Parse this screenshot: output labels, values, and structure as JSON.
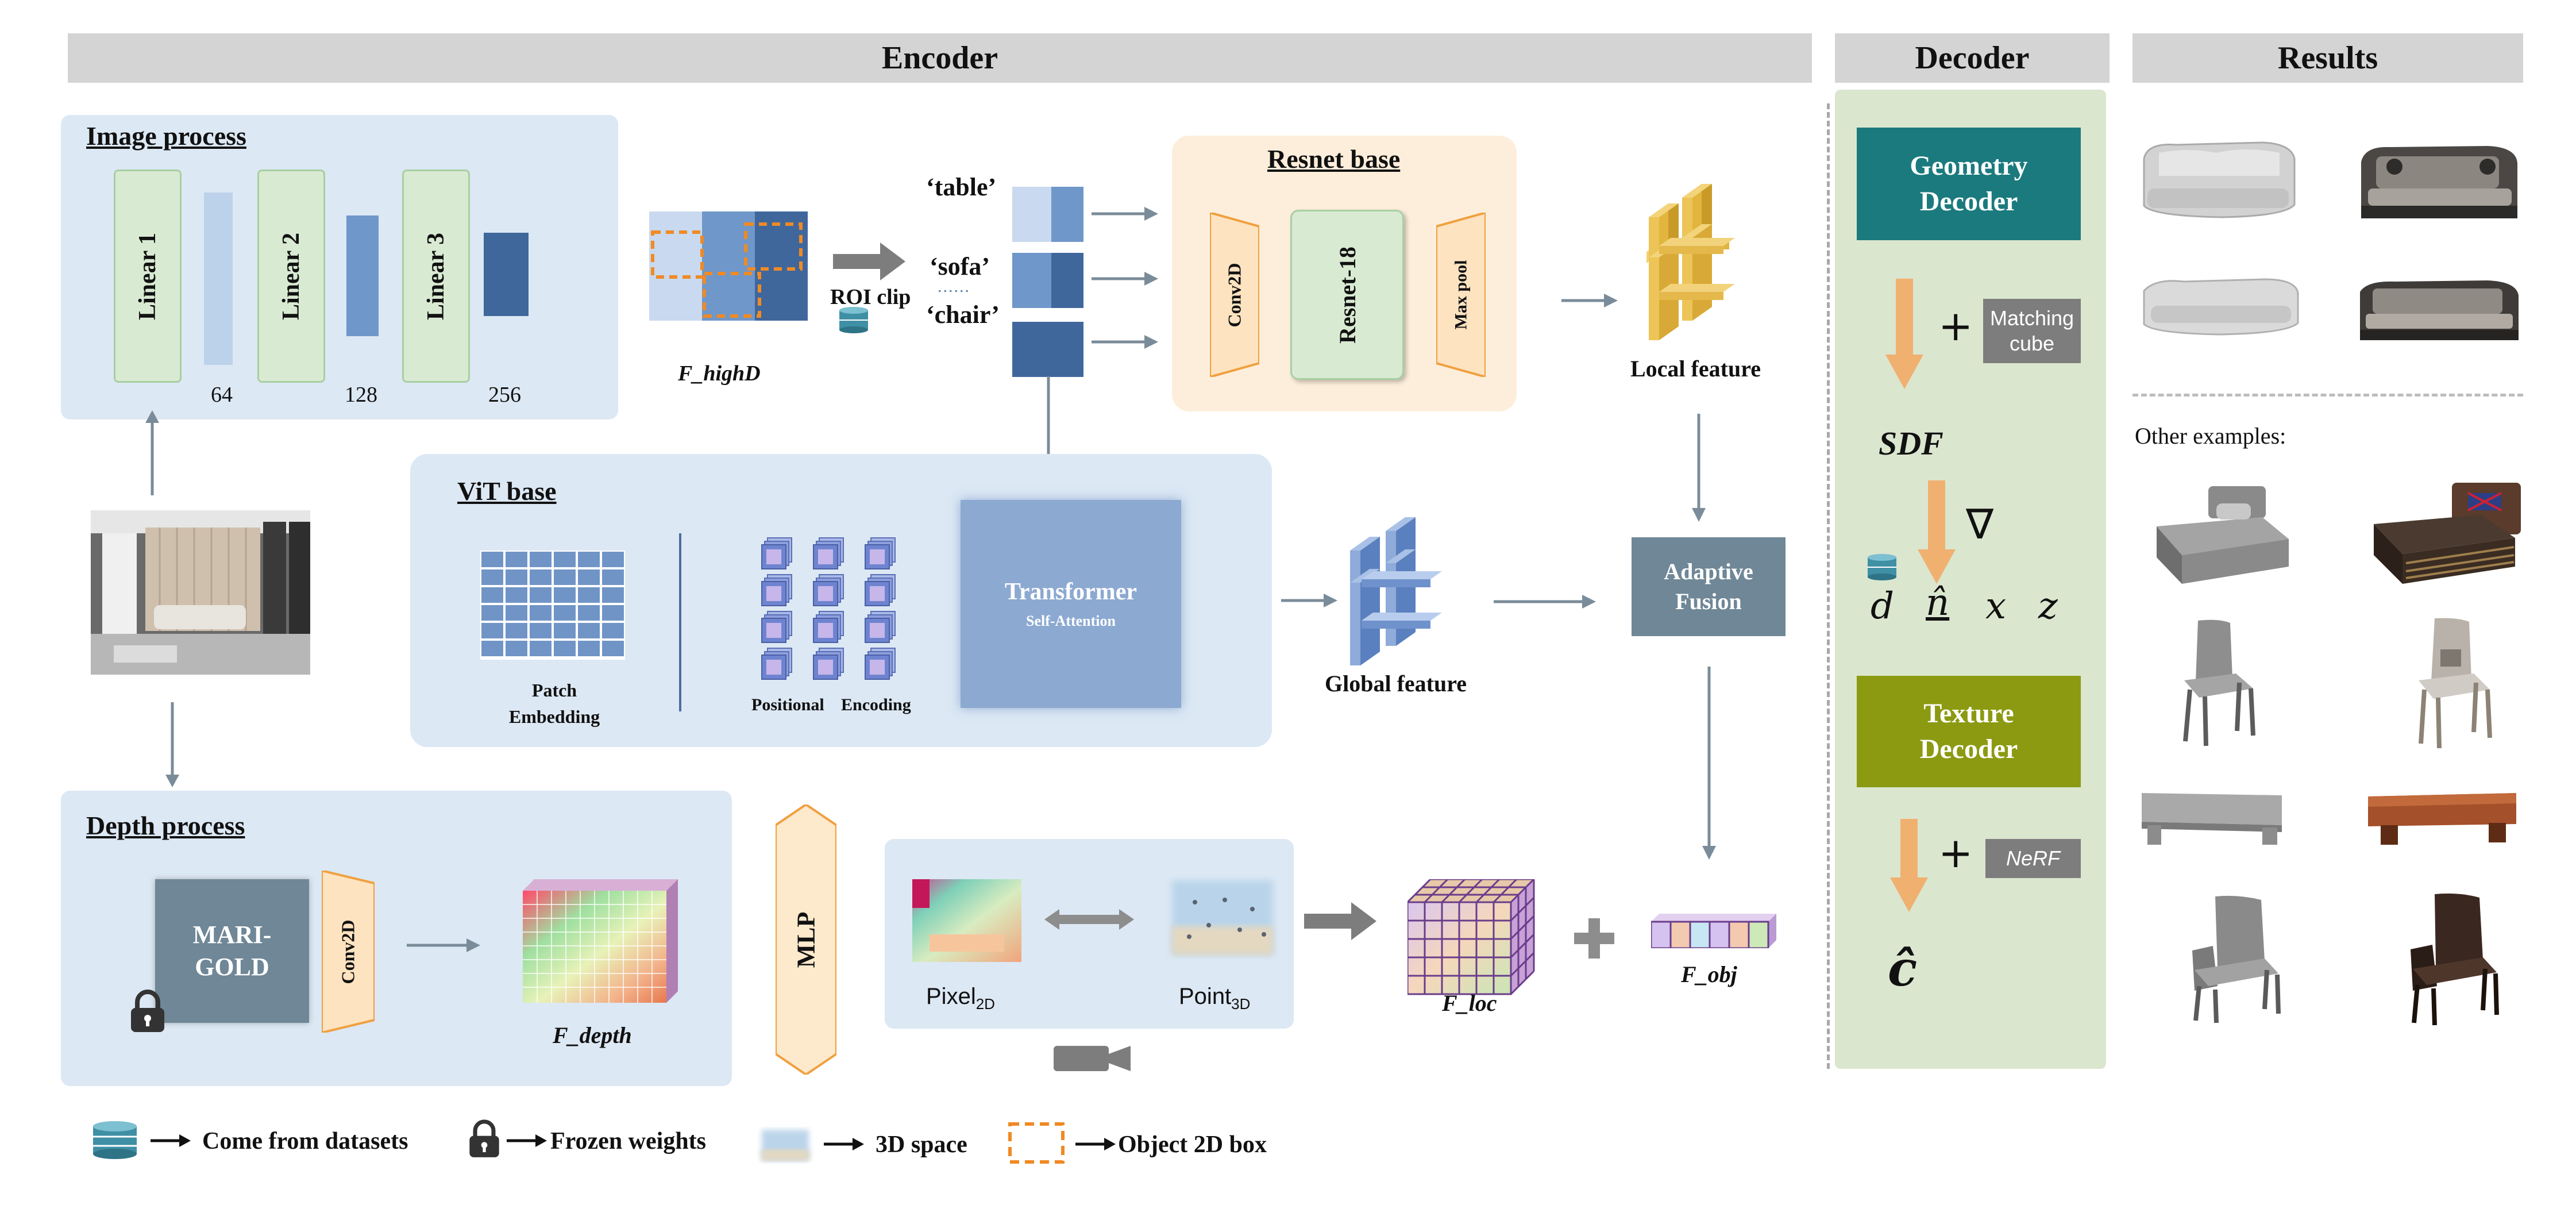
{
  "headers": {
    "encoder": "Encoder",
    "decoder": "Decoder",
    "results": "Results"
  },
  "image_process": {
    "title": "Image process",
    "linear1": "Linear 1",
    "linear2": "Linear 2",
    "linear3": "Linear 3",
    "dim1": "64",
    "dim2": "128",
    "dim3": "256"
  },
  "roi": {
    "f_highd": "F_highD",
    "clip": "ROI clip",
    "table": "‘table’",
    "sofa": "‘sofa’",
    "chair": "‘chair’",
    "dots": "......"
  },
  "resnet": {
    "title": "Resnet base",
    "conv": "Conv2D",
    "resnet": "Resnet-18",
    "maxpool": "Max pool"
  },
  "local_feature": "Local feature",
  "vit": {
    "title": "ViT base",
    "patch": "Patch Embedding",
    "positional": "Positional",
    "encoding": "Encoding",
    "transformer": "Transformer",
    "self_attention": "Self-Attention"
  },
  "global_feature": "Global feature",
  "fusion": {
    "line1": "Adaptive",
    "line2": "Fusion"
  },
  "depth_process": {
    "title": "Depth process",
    "marigold": "MARI-GOLD",
    "conv": "Conv2D",
    "f_depth": "F_depth"
  },
  "mlp": "MLP",
  "mapping": {
    "pixel": "Pixel",
    "pixel_sub": "2D",
    "point": "Point",
    "point_sub": "3D"
  },
  "f_loc": "F_loc",
  "f_obj": "F_obj",
  "decoder": {
    "geometry": "Geometry Decoder",
    "matching": "Matching cube",
    "sdf": "SDF",
    "nabla": "∇",
    "d": "d",
    "n": "n̂",
    "x": "x",
    "z": "z",
    "texture": "Texture Decoder",
    "nerf": "NeRF",
    "c": "ĉ"
  },
  "results": {
    "other": "Other examples:"
  },
  "legend": {
    "datasets": "Come from datasets",
    "frozen": "Frozen weights",
    "space": "3D space",
    "box": "Object 2D box"
  },
  "colors": {
    "header_gray": "#d4d4d4",
    "panel_blue": "#dce8f4",
    "resnet_peach": "#fdeedb",
    "decoder_green": "#dbe6cf",
    "geometry_teal": "#1b7a7e",
    "texture_olive": "#8c9a12",
    "fusion_slate": "#6f8797",
    "orange": "#f0b070"
  }
}
